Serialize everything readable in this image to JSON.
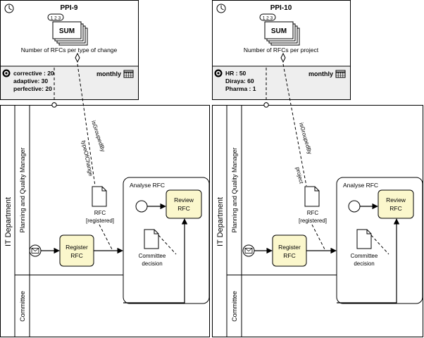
{
  "diagrams": [
    {
      "ppi": {
        "id": "PPI-9",
        "aggregation": "SUM",
        "aggregation_marks": "1 2 3",
        "description": "Number of RFCs per type of change",
        "targets": [
          "corrective : 20",
          "adaptive: 30",
          "perfective: 20"
        ],
        "frequency": "monthly"
      },
      "pool": "IT Department",
      "lanes": [
        "Planning and Quality Manager",
        "Committee"
      ],
      "tasks": {
        "register": [
          "Register",
          "RFC"
        ],
        "review": [
          "Review",
          "RFC"
        ]
      },
      "subprocess": "Analyse RFC",
      "data_objects": {
        "rfc": [
          "RFC",
          "[registered]"
        ],
        "committee": [
          "Committee",
          "decision"
        ]
      },
      "association_labels": [
        "isGroupedBy",
        "typeOfChange"
      ]
    },
    {
      "ppi": {
        "id": "PPI-10",
        "aggregation": "SUM",
        "aggregation_marks": "1 2 3",
        "description": "Number of RFCs per project",
        "targets": [
          "HR : 50",
          "Diraya: 60",
          "Pharma : 1"
        ],
        "frequency": "monthly"
      },
      "pool": "IT Department",
      "lanes": [
        "Planning and Quality Manager",
        "Committee"
      ],
      "tasks": {
        "register": [
          "Register",
          "RFC"
        ],
        "review": [
          "Review",
          "RFC"
        ]
      },
      "subprocess": "Analyse RFC",
      "data_objects": {
        "rfc": [
          "RFC",
          "[registered]"
        ],
        "committee": [
          "Committee",
          "decision"
        ]
      },
      "association_labels": [
        "isGroupedBy",
        "project"
      ]
    }
  ]
}
